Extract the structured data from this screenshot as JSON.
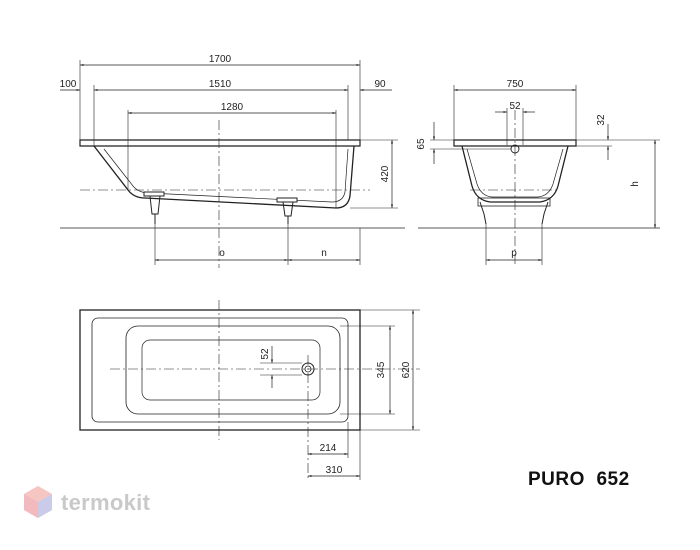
{
  "product": {
    "model": "PURO  652"
  },
  "logo": {
    "text": "termokit"
  },
  "side_view": {
    "overall_length": "1700",
    "rim_left": "100",
    "inner_length": "1510",
    "rim_right": "90",
    "bottom_length": "1280",
    "height": "420",
    "foot_spacing": "o",
    "foot_to_end": "n"
  },
  "end_view": {
    "width": "750",
    "drain_diameter": "52",
    "rim_thickness": "32",
    "drain_height": "65",
    "total_height": "h",
    "foot_width": "p"
  },
  "plan_view": {
    "drain_diameter": "52",
    "inner_width": "345",
    "outer_width": "620",
    "drain_offset": "214",
    "drain_to_end": "310"
  }
}
